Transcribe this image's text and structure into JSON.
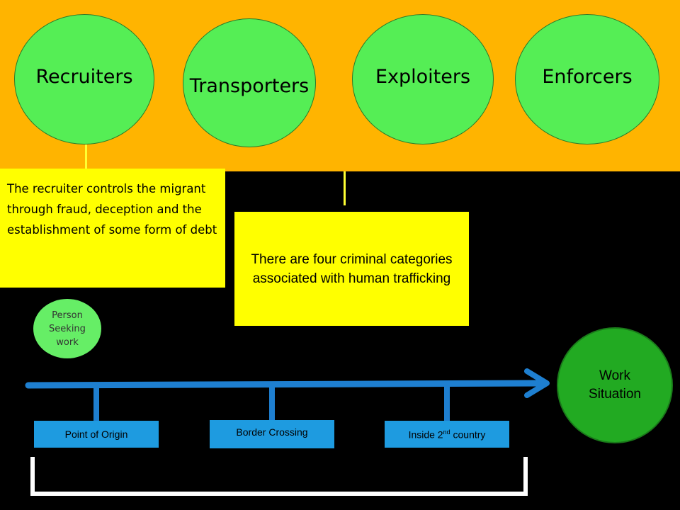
{
  "categories": [
    {
      "label": "Recruiters"
    },
    {
      "label": "Transporters"
    },
    {
      "label": "Exploiters"
    },
    {
      "label": "Enforcers"
    }
  ],
  "notes": {
    "recruiter": "The recruiter controls the migrant through fraud, deception and the establishment of some form of debt",
    "summary": "There are four criminal categories associated with human trafficking"
  },
  "person": {
    "label": "Person Seeking work"
  },
  "work": {
    "label": "Work Situation"
  },
  "stages": [
    {
      "label": "Point of Origin"
    },
    {
      "label": "Border Crossing"
    },
    {
      "label_prefix": "Inside 2",
      "label_sup": "nd",
      "label_suffix": " country"
    }
  ],
  "colors": {
    "top_band": "#ffb400",
    "category_circle": "#55ee55",
    "note_fill": "#ffff00",
    "timeline": "#1e7fd0",
    "stage_box": "#1e9be0",
    "work_circle": "#22aa22",
    "bracket": "#ffffff"
  }
}
